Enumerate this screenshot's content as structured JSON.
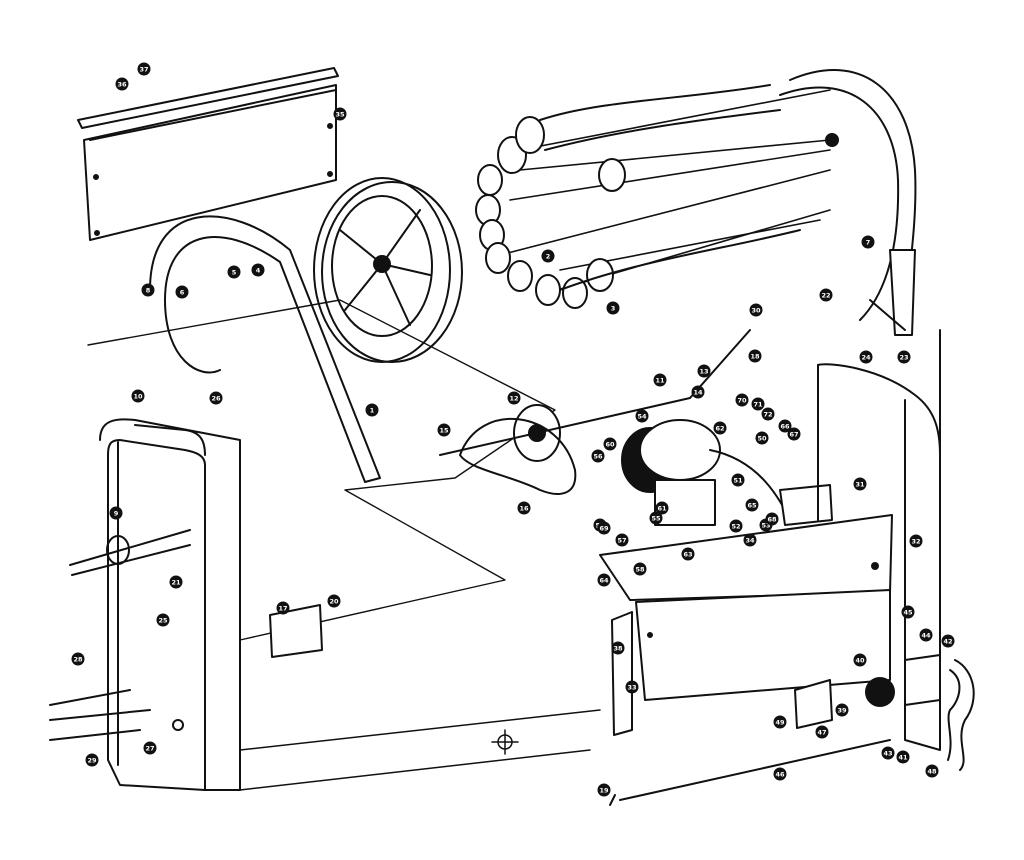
{
  "diagram": {
    "style": "exploded-parts line drawing",
    "stroke_color": "#111111",
    "background_color": "#ffffff",
    "callouts": [
      "1",
      "2",
      "3",
      "4",
      "5",
      "6",
      "7",
      "8",
      "9",
      "10",
      "11",
      "12",
      "13",
      "14",
      "15",
      "16",
      "17",
      "18",
      "19",
      "20",
      "21",
      "22",
      "23",
      "24",
      "25",
      "26",
      "27",
      "28",
      "29",
      "30",
      "31",
      "32",
      "33",
      "34",
      "35",
      "36",
      "37",
      "38",
      "39",
      "40",
      "41",
      "42",
      "43",
      "44",
      "45",
      "46",
      "47",
      "48",
      "49",
      "50",
      "51",
      "52",
      "53",
      "54",
      "55",
      "56",
      "57",
      "58",
      "59",
      "60",
      "61",
      "62",
      "63",
      "64",
      "65",
      "66",
      "67",
      "68",
      "69",
      "70",
      "71",
      "72"
    ]
  }
}
